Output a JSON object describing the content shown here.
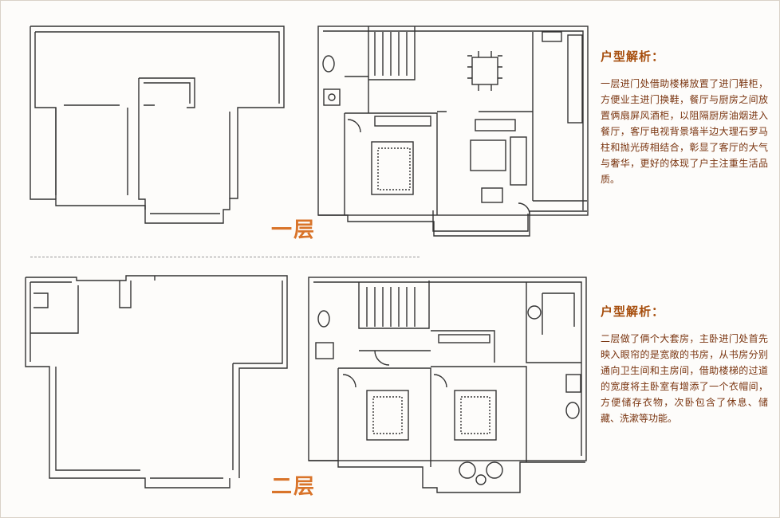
{
  "floor1": {
    "label": "一层",
    "analysis_title": "户型解析：",
    "analysis_text": "一层进门处借助楼梯放置了进门鞋柜，方便业主进门换鞋，餐厅与厨房之间放置俩扇屏风酒柜，以阻隔厨房油烟进入餐厅，客厅电视背景墙半边大理石罗马柱和抛光砖相结合，彰显了客厅的大气与奢华，更好的体现了户主注重生活品质。"
  },
  "floor2": {
    "label": "二层",
    "analysis_title": "户型解析：",
    "analysis_text": "二层做了俩个大套房，主卧进门处首先映入眼帘的是宽敞的书房，从书房分别通向卫生间和主房间，借助楼梯的过道的宽度将主卧室有增添了一个衣帽间，方便储存衣物，次卧包含了休息、储藏、洗漱等功能。"
  },
  "colors": {
    "accent": "#d9742a",
    "title": "#a64d0c",
    "text": "#7a3510",
    "wall": "#333333"
  }
}
